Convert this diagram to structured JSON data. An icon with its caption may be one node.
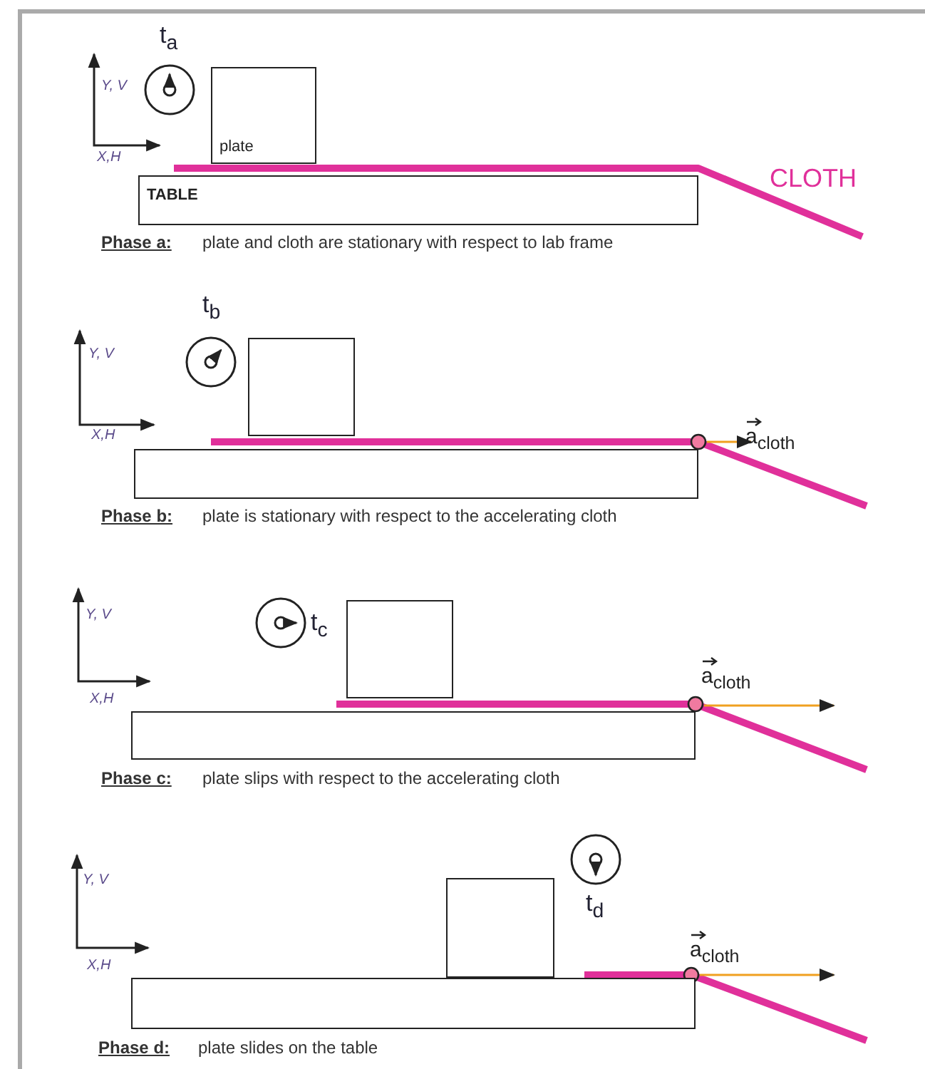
{
  "diagram": {
    "nodes": [
      {
        "text": [
          "plate"
        ]
      },
      {
        "text": [
          "TABLE"
        ]
      },
      {
        "text": [],
        "shape": "box"
      },
      {
        "text": [],
        "shape": "box"
      },
      {
        "text": [],
        "shape": "box"
      },
      {
        "text": [],
        "shape": "box"
      },
      {
        "text": [],
        "shape": "box"
      },
      {
        "text": [],
        "shape": "box"
      }
    ],
    "labels": [
      "t$_{a}$",
      "Y, V",
      "X,H",
      "CLOTH",
      "Phase a:",
      "plate and cloth are stationary with respect to lab frame",
      "t$_{b}$",
      "Y, V",
      "X,H",
      "a$_{cloth}$",
      "Phase b:",
      "plate is stationary with respect to the accelerating cloth",
      "Y, V",
      "t$_{c}$",
      "a$_{cloth}$",
      "X,H",
      "Phase c:",
      "plate slips with respect to the accelerating cloth",
      "Y, V",
      "t$_{d}$",
      "a$_{cloth}$",
      "X,H",
      "Phase d:",
      "plate slides on the table"
    ]
  }
}
